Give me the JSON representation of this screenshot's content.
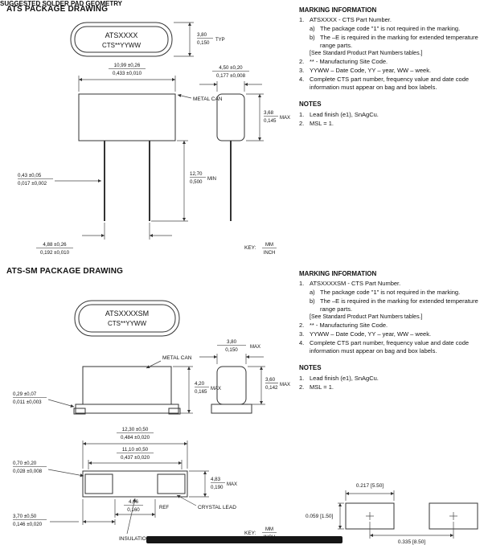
{
  "page": {
    "section1_title": "ATS PACKAGE DRAWING",
    "section2_title": "ATS-SM PACKAGE DRAWING"
  },
  "d1": {
    "mark1": "ATSXXXX",
    "mark2": "CTS**YYWW",
    "metal_can": "METAL CAN",
    "key_label": "KEY:",
    "key_mm": "MM",
    "key_inch": "INCH",
    "dims": {
      "thk_mm": "3,80",
      "thk_in": "0,150",
      "thk_suffix": "TYP",
      "len_mm": "10,99 ±0,26",
      "len_in": "0,433 ±0,010",
      "wid_mm": "4,50 ±0,20",
      "wid_in": "0,177 ±0,008",
      "hgt_mm": "3,68",
      "hgt_in": "0,145",
      "hgt_suffix": "MAX",
      "leadlen_mm": "12,70",
      "leadlen_in": "0,500",
      "leadlen_suffix": "MIN",
      "leaddia_mm": "0,43 ±0,05",
      "leaddia_in": "0,017 ±0,002",
      "pitch_mm": "4,88 ±0,26",
      "pitch_in": "0,192 ±0,010"
    }
  },
  "d2": {
    "mark1": "ATSXXXXSM",
    "mark2": "CTS**YYWW",
    "metal_can": "METAL CAN",
    "crystal_lead": "CRYSTAL LEAD",
    "insulation_base": "INSULATION BASE",
    "key_label": "KEY:",
    "key_mm": "MM",
    "key_inch": "INCH",
    "dims": {
      "thk_mm": "3,80",
      "thk_in": "0,150",
      "thk_suffix": "MAX",
      "hgt_mm": "4,20",
      "hgt_in": "0,165",
      "hgt_suffix": "MAX",
      "end_mm": "3,60",
      "end_in": "0,142",
      "end_suffix": "MAX",
      "lip_mm": "0,29 ±0,07",
      "lip_in": "0,011 ±0,003",
      "baselen_mm": "12,30 ±0,50",
      "baselen_in": "0,484 ±0,020",
      "canlen_mm": "11,10 ±0,50",
      "canlen_in": "0,437 ±0,020",
      "leadw_mm": "0,70 ±0,20",
      "leadw_in": "0,028 ±0,008",
      "baseh_mm": "4,83",
      "baseh_in": "0,190",
      "baseh_suffix": "MAX",
      "ref_mm": "4,06",
      "ref_in": "0,160",
      "ref_suffix": "REF",
      "off_mm": "3,70 ±0,50",
      "off_in": "0,146 ±0,020"
    }
  },
  "m1": {
    "heading": "MARKING INFORMATION",
    "i1n": "1.",
    "i1t": "ATSXXXX - CTS Part Number.",
    "i1an": "a)",
    "i1at": "The package code \"1\" is not required in the marking.",
    "i1bn": "b)",
    "i1bt": "The –E is required in the marking for extended temperature range parts.",
    "bracket": "[See Standard Product Part Numbers tables.]",
    "i2n": "2.",
    "i2t": "** - Manufacturing Site Code.",
    "i3n": "3.",
    "i3t": "YYWW – Date Code, YY – year, WW – week.",
    "i4n": "4.",
    "i4t": "Complete CTS part number, frequency value and date code information must appear on bag and box labels."
  },
  "n1": {
    "heading": "NOTES",
    "a_n": "1.",
    "a_t": "Lead finish (e1), SnAgCu.",
    "b_n": "2.",
    "b_t": "MSL = 1."
  },
  "m2": {
    "heading": "MARKING INFORMATION",
    "i1n": "1.",
    "i1t": "ATSXXXXSM - CTS Part Number.",
    "i1an": "a)",
    "i1at": "The package code \"1\" is not required in the marking.",
    "i1bn": "b)",
    "i1bt": "The –E is required in the marking for extended temperature range parts.",
    "bracket": "[See Standard Product Part Numbers tables.]",
    "i2n": "2.",
    "i2t": "** - Manufacturing Site Code.",
    "i3n": "3.",
    "i3t": "YYWW – Date Code, YY – year, WW – week.",
    "i4n": "4.",
    "i4t": "Complete CTS part number, frequency value and date code information must appear on bag and box labels."
  },
  "n2": {
    "heading": "NOTES",
    "a_n": "1.",
    "a_t": "Lead finish (e1), SnAgCu.",
    "b_n": "2.",
    "b_t": "MSL = 1."
  },
  "solder": {
    "heading": "SUGGESTED SOLDER PAD GEOMETRY",
    "dim_top": "0.217 [5.50]",
    "dim_left": "0.059 [1.50]",
    "dim_bottom": "0.335 [8.50]"
  }
}
